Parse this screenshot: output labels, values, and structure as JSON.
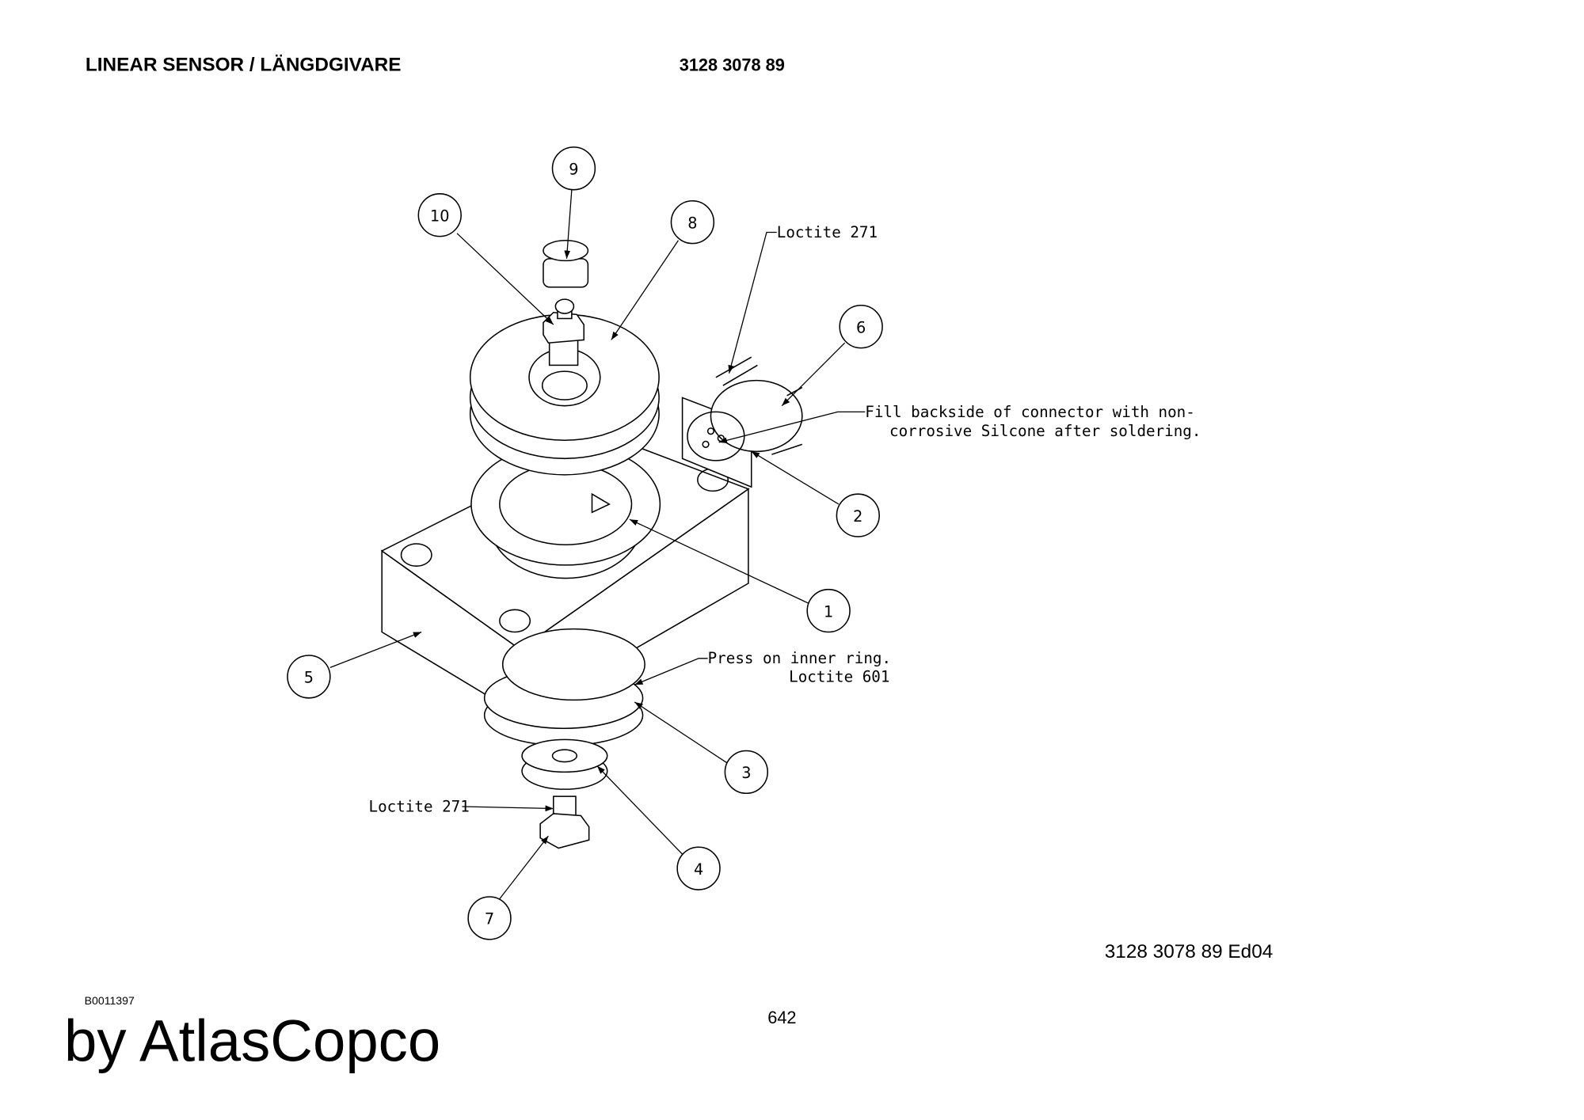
{
  "header": {
    "title": "LINEAR SENSOR / LÄNGDGIVARE",
    "part_number": "3128 3078 89"
  },
  "drawing": {
    "balloons": [
      "1",
      "2",
      "3",
      "4",
      "5",
      "6",
      "7",
      "8",
      "9",
      "10"
    ],
    "notes": {
      "loctite_top": "Loctite 271",
      "fill_line1": "Fill backside of connector with non-",
      "fill_line2": "corrosive Silcone after soldering.",
      "press_line1": "Press on inner ring.",
      "press_line2": "Loctite 601",
      "loctite_bottom": "Loctite 271"
    }
  },
  "footer": {
    "drawing_ref": "3128 3078 89  Ed04",
    "image_id": "B0011397",
    "page_number": "642",
    "brand": "by AtlasCopco"
  }
}
